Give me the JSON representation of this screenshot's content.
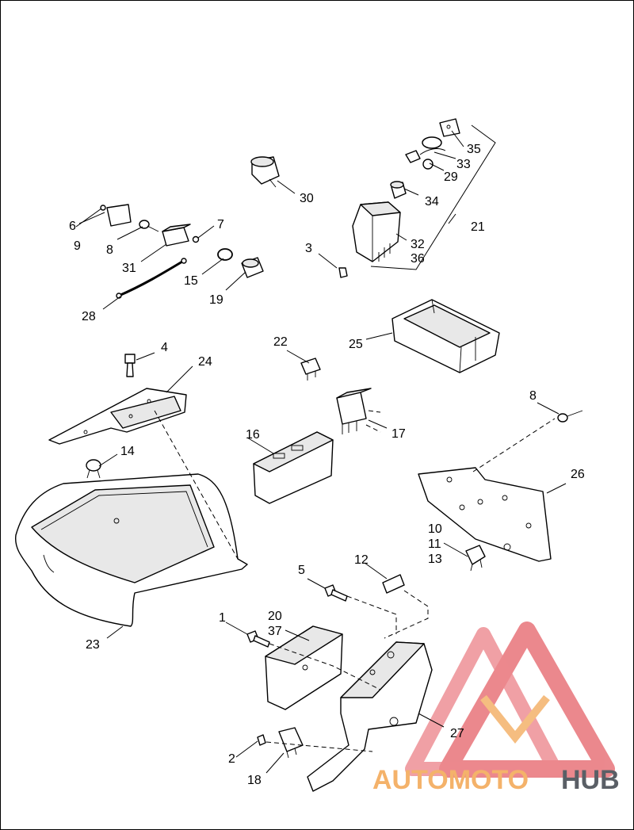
{
  "callouts": {
    "c1": "1",
    "c2": "2",
    "c3": "3",
    "c4": "4",
    "c5": "5",
    "c6": "6",
    "c7": "7",
    "c8a": "8",
    "c8b": "8",
    "c9": "9",
    "c10": "10",
    "c11": "11",
    "c12": "12",
    "c13": "13",
    "c14": "14",
    "c15": "15",
    "c16": "16",
    "c17": "17",
    "c18": "18",
    "c19": "19",
    "c20": "20",
    "c21": "21",
    "c22": "22",
    "c23": "23",
    "c24": "24",
    "c25": "25",
    "c26": "26",
    "c27": "27",
    "c28": "28",
    "c29": "29",
    "c30": "30",
    "c31": "31",
    "c32": "32",
    "c33": "33",
    "c34": "34",
    "c35": "35",
    "c36": "36",
    "c37": "37"
  },
  "watermark": {
    "part1": "AUTOMOTO",
    "part2": "HUB",
    "color_primary": "#e8747a",
    "color_secondary": "#f4b26a",
    "color_dark": "#5a5f66"
  }
}
